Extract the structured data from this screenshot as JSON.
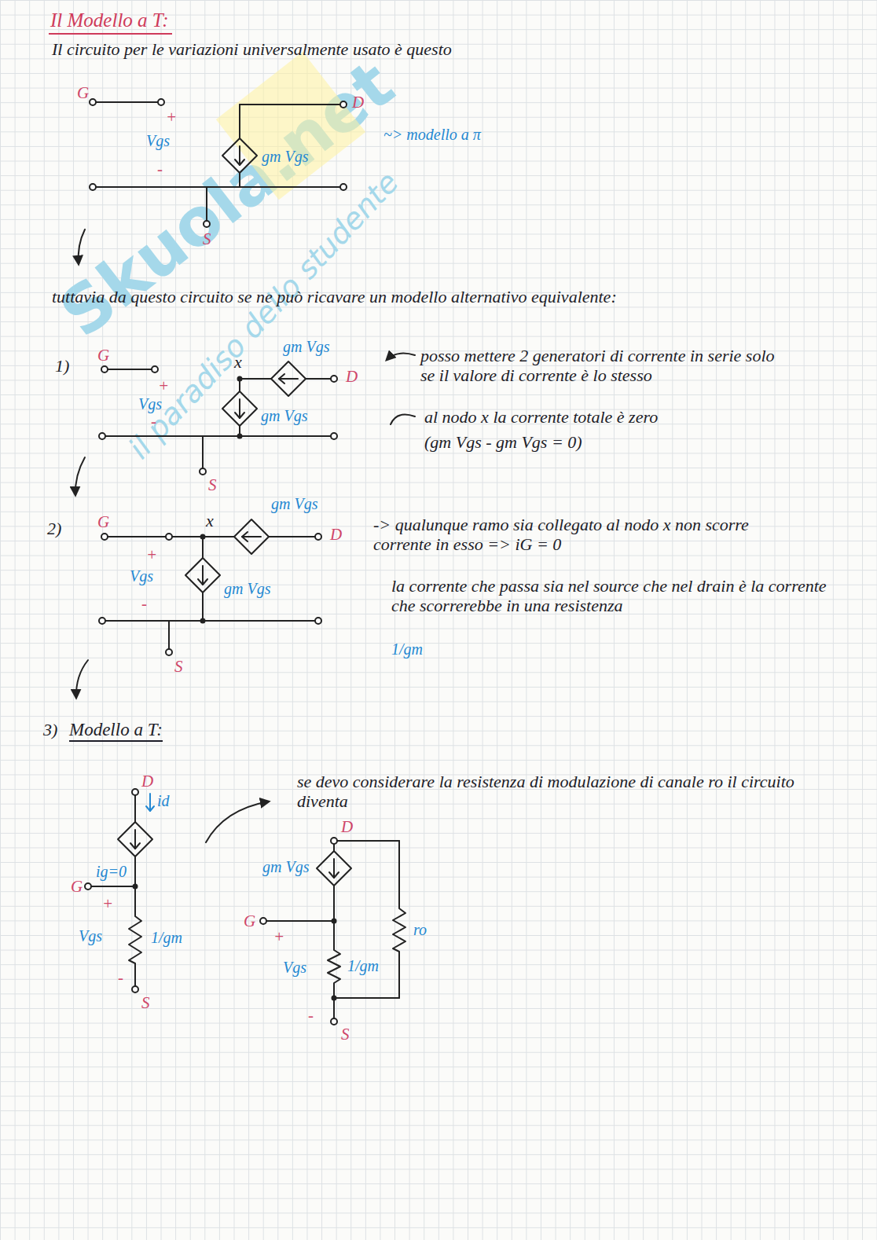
{
  "diagram": {
    "title": "Il Modello a T:",
    "labels": [
      "Il circuito per le variazioni universalmente usato è questo",
      "G",
      "+",
      "Vgs",
      "-",
      "D",
      "gm Vgs",
      "S",
      "~> modello a π",
      "tuttavia da questo circuito se ne può ricavare un modello alternativo equivalente:",
      "1)",
      "G",
      "x",
      "gm Vgs",
      "D",
      "+",
      "Vgs",
      "-",
      "gm Vgs",
      "S",
      "posso mettere 2 generatori di corrente in serie solo se il valore di corrente è lo stesso",
      "al nodo x la corrente totale è zero",
      "(gm Vgs - gm Vgs = 0)",
      "2)",
      "G",
      "x",
      "gm Vgs",
      "D",
      "+",
      "Vgs",
      "-",
      "gm Vgs",
      "S",
      "-> qualunque ramo sia collegato al nodo x non scorre corrente in esso => iG = 0",
      "la corrente che passa sia nel source che nel drain è la corrente che scorrerebbe in una resistenza",
      "1/gm",
      "3)",
      "Modello a T:",
      "D",
      "id",
      "G",
      "ig=0",
      "+",
      "Vgs",
      "1/gm",
      "-",
      "S",
      "se devo considerare la resistenza di modulazione di canale ro il circuito diventa",
      "D",
      "gm Vgs",
      "G",
      "+",
      "Vgs",
      "1/gm",
      "ro",
      "-",
      "S",
      "Skuola.net",
      "il paradiso dello studente"
    ]
  }
}
